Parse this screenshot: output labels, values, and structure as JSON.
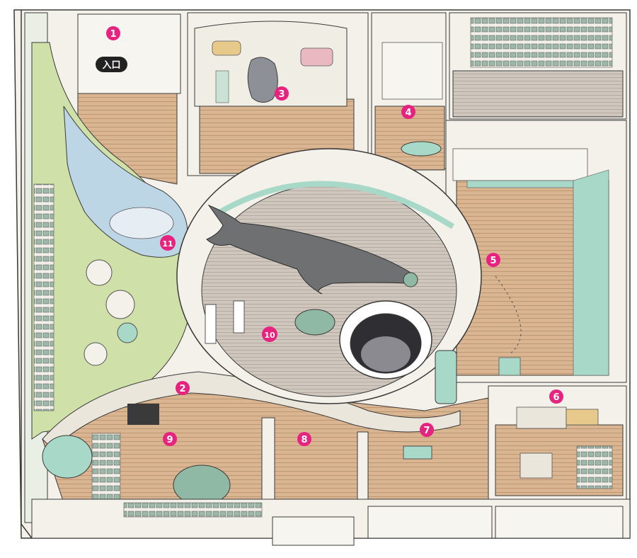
{
  "map": {
    "entrance_label": "入口",
    "markers": [
      {
        "id": "1",
        "label": "1"
      },
      {
        "id": "2",
        "label": "2"
      },
      {
        "id": "3",
        "label": "3"
      },
      {
        "id": "4",
        "label": "4"
      },
      {
        "id": "5",
        "label": "5"
      },
      {
        "id": "6",
        "label": "6"
      },
      {
        "id": "7",
        "label": "7"
      },
      {
        "id": "8",
        "label": "8"
      },
      {
        "id": "9",
        "label": "9"
      },
      {
        "id": "10",
        "label": "10"
      },
      {
        "id": "11",
        "label": "11"
      }
    ],
    "colors": {
      "marker": "#e6237e",
      "floor": "#d9b592",
      "floor_line": "#b8906a",
      "green_area": "#cfe0a8",
      "mint": "#a7d8c8",
      "wall": "#f4f1ea",
      "outline": "#3a3a3a",
      "whale": "#6f7072",
      "entrance_bg": "#222222"
    }
  }
}
